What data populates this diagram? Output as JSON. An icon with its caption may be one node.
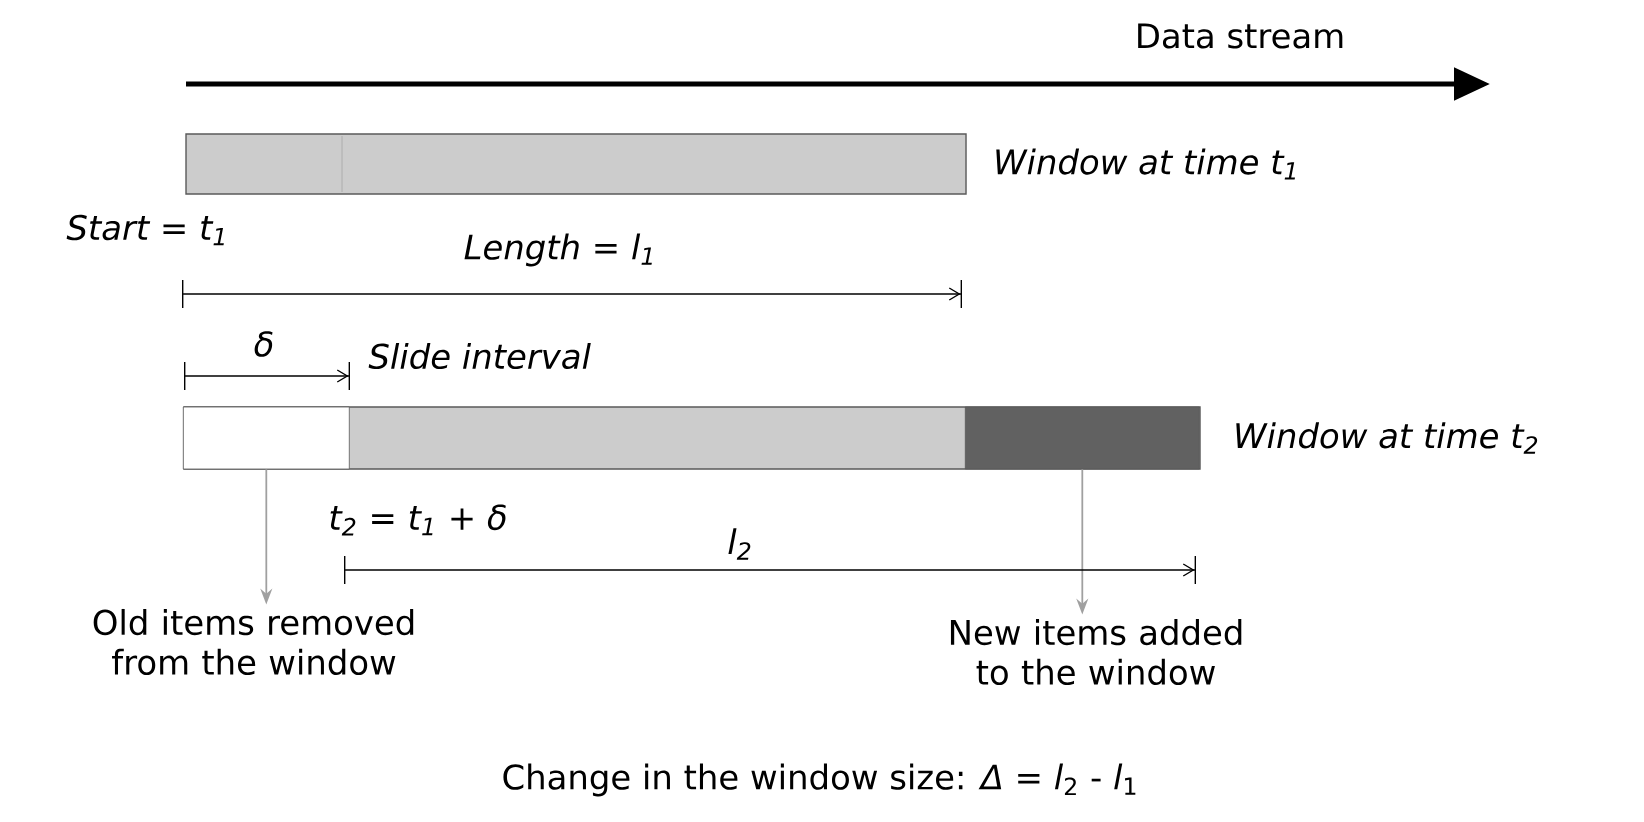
{
  "diagram": {
    "nodes": [
      {
        "text": [],
        "shape": "bar",
        "beside": [
          "Window at time t$_{1}$"
        ]
      },
      {
        "text": [],
        "shape": "bar",
        "beside": [
          "Window at time t$_{2}$"
        ]
      },
      {
        "text": [],
        "shape": "box",
        "in": 1
      },
      {
        "text": [],
        "shape": "box",
        "in": 1
      },
      {
        "text": [
          "Old items removed from the window"
        ]
      },
      {
        "text": [
          "New items added to the window"
        ]
      }
    ],
    "edges": [
      {
        "from": 2,
        "to": 4,
        "arrow": "to"
      },
      {
        "from": 3,
        "to": 5,
        "arrow": "to"
      }
    ],
    "labels": [
      "Data stream",
      "Start = t$_{1}$",
      "Length = l$_{1}$",
      "δ",
      "Slide interval",
      "t$_{2}$ = t$_{1}$ + δ",
      "l$_{2}$",
      "Change in the window size: *Δ* = *l*$_{2}$ - *l*$_{1}$"
    ]
  }
}
